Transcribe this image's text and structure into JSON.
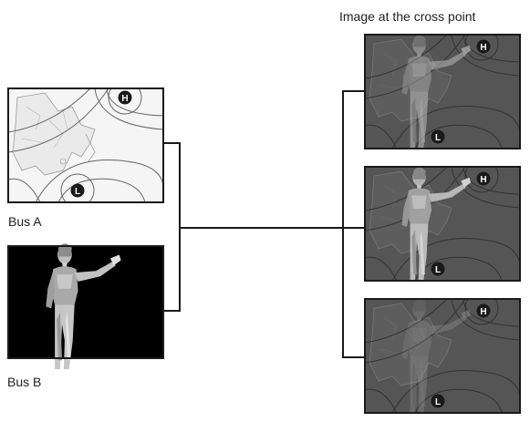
{
  "header_label": "Image at the cross point",
  "buses": [
    {
      "label": "Bus A",
      "content": "weather map"
    },
    {
      "label": "Bus B",
      "content": "presenter on black"
    }
  ],
  "outputs": [
    {
      "content": "presenter over weather map",
      "presenter_opacity": 0.5
    },
    {
      "content": "presenter over weather map",
      "presenter_opacity": 0.9
    },
    {
      "content": "presenter over weather map",
      "presenter_opacity": 0.2
    }
  ],
  "map_symbols": {
    "high": "H",
    "low": "L"
  },
  "colors": {
    "frame": "#1a1a1a",
    "map_bg": "#f4f4f4",
    "dark_map_bg": "#555555",
    "line": "#1a1a1a"
  }
}
